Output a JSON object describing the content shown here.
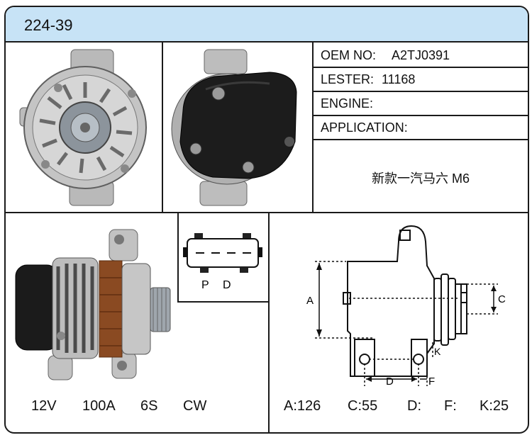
{
  "part_number": "224-39",
  "specs": {
    "oem_label": "OEM NO:",
    "oem_value": "A2TJ0391",
    "lester_label": "LESTER:",
    "lester_value": "11168",
    "engine_label": "ENGINE:",
    "engine_value": "",
    "application_label": "APPLICATION:",
    "application_value": "新款一汽马六 M6"
  },
  "electrical": {
    "voltage": "12V",
    "amperage": "100A",
    "pulley": "6S",
    "rotation": "CW"
  },
  "connector": {
    "pins": [
      "P",
      "D"
    ]
  },
  "dimensions": {
    "labels": {
      "a": "A",
      "c": "C",
      "d": "D",
      "f": "F",
      "k": "K"
    },
    "values": {
      "a": "A:126",
      "c": "C:55",
      "d": "D:",
      "f": "F:",
      "k": "K:25"
    }
  },
  "images": {
    "front": "alternator-front-view",
    "back": "alternator-rear-cover-view",
    "side": "alternator-side-view"
  },
  "colors": {
    "header_bg": "#c7e3f6",
    "border": "#1a1a1a"
  }
}
